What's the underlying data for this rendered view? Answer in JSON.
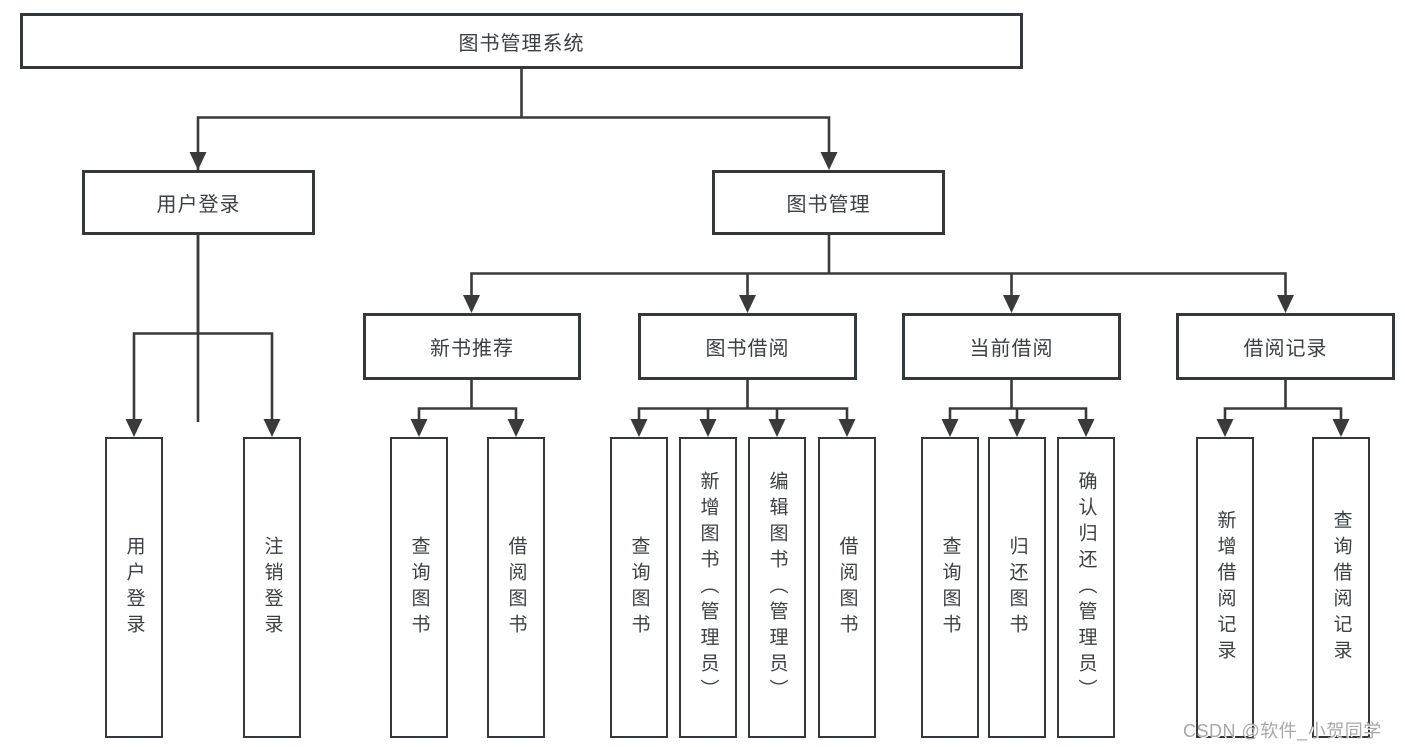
{
  "diagram": {
    "title": "图书管理系统",
    "nodes": {
      "root": {
        "label": "图书管理系统"
      },
      "user_login": {
        "label": "用户登录"
      },
      "book_mgmt": {
        "label": "图书管理"
      },
      "new_book_rec": {
        "label": "新书推荐"
      },
      "book_borrow": {
        "label": "图书借阅"
      },
      "current_borrow": {
        "label": "当前借阅"
      },
      "borrow_record": {
        "label": "借阅记录"
      },
      "leaf_user_login": {
        "label": "用户登录"
      },
      "leaf_logout": {
        "label": "注销登录"
      },
      "leaf_query_book_1": {
        "label": "查询图书"
      },
      "leaf_borrow_book_1": {
        "label": "借阅图书"
      },
      "leaf_query_book_2": {
        "label": "查询图书"
      },
      "leaf_add_book": {
        "label": "新增图书（管理员）"
      },
      "leaf_edit_book": {
        "label": "编辑图书（管理员）"
      },
      "leaf_borrow_book_2": {
        "label": "借阅图书"
      },
      "leaf_query_book_3": {
        "label": "查询图书"
      },
      "leaf_return_book": {
        "label": "归还图书"
      },
      "leaf_confirm_return": {
        "label": "确认归还（管理员）"
      },
      "leaf_add_record": {
        "label": "新增借阅记录"
      },
      "leaf_query_record": {
        "label": "查询借阅记录"
      }
    },
    "hierarchy": {
      "root": [
        "user_login",
        "book_mgmt"
      ],
      "user_login": [
        "leaf_user_login",
        "leaf_logout"
      ],
      "book_mgmt": [
        "new_book_rec",
        "book_borrow",
        "current_borrow",
        "borrow_record"
      ],
      "new_book_rec": [
        "leaf_query_book_1",
        "leaf_borrow_book_1"
      ],
      "book_borrow": [
        "leaf_query_book_2",
        "leaf_add_book",
        "leaf_edit_book",
        "leaf_borrow_book_2"
      ],
      "current_borrow": [
        "leaf_query_book_3",
        "leaf_return_book",
        "leaf_confirm_return"
      ],
      "borrow_record": [
        "leaf_add_record",
        "leaf_query_record"
      ]
    },
    "colors": {
      "line": "#3a3a3a",
      "box_border": "#35383b",
      "box_fill": "#ffffff",
      "text": "#3c4043",
      "background": "#ffffff",
      "watermark": "#a8a8a8"
    }
  },
  "watermark": {
    "text": "CSDN @软件_小贺同学"
  }
}
